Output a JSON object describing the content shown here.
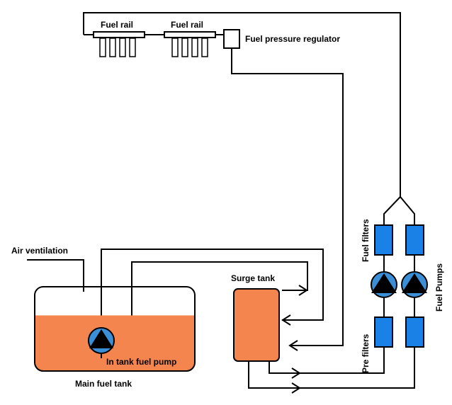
{
  "labels": {
    "fuel_rail_1": "Fuel rail",
    "fuel_rail_2": "Fuel rail",
    "fuel_pressure_regulator": "Fuel pressure regulator",
    "air_ventilation": "Air ventilation",
    "surge_tank": "Surge tank",
    "in_tank_fuel_pump": "In tank fuel pump",
    "main_fuel_tank": "Main fuel tank",
    "fuel_filters": "Fuel filters",
    "fuel_pumps": "Fuel Pumps",
    "pre_filters": "Pre filters"
  },
  "colors": {
    "fuel": "#f5854e",
    "filter": "#1a82e6",
    "pump": "#3a8fd6",
    "line": "#000000",
    "background": "#ffffff"
  },
  "main_tank": {
    "fuel_level_fraction": 0.66
  }
}
